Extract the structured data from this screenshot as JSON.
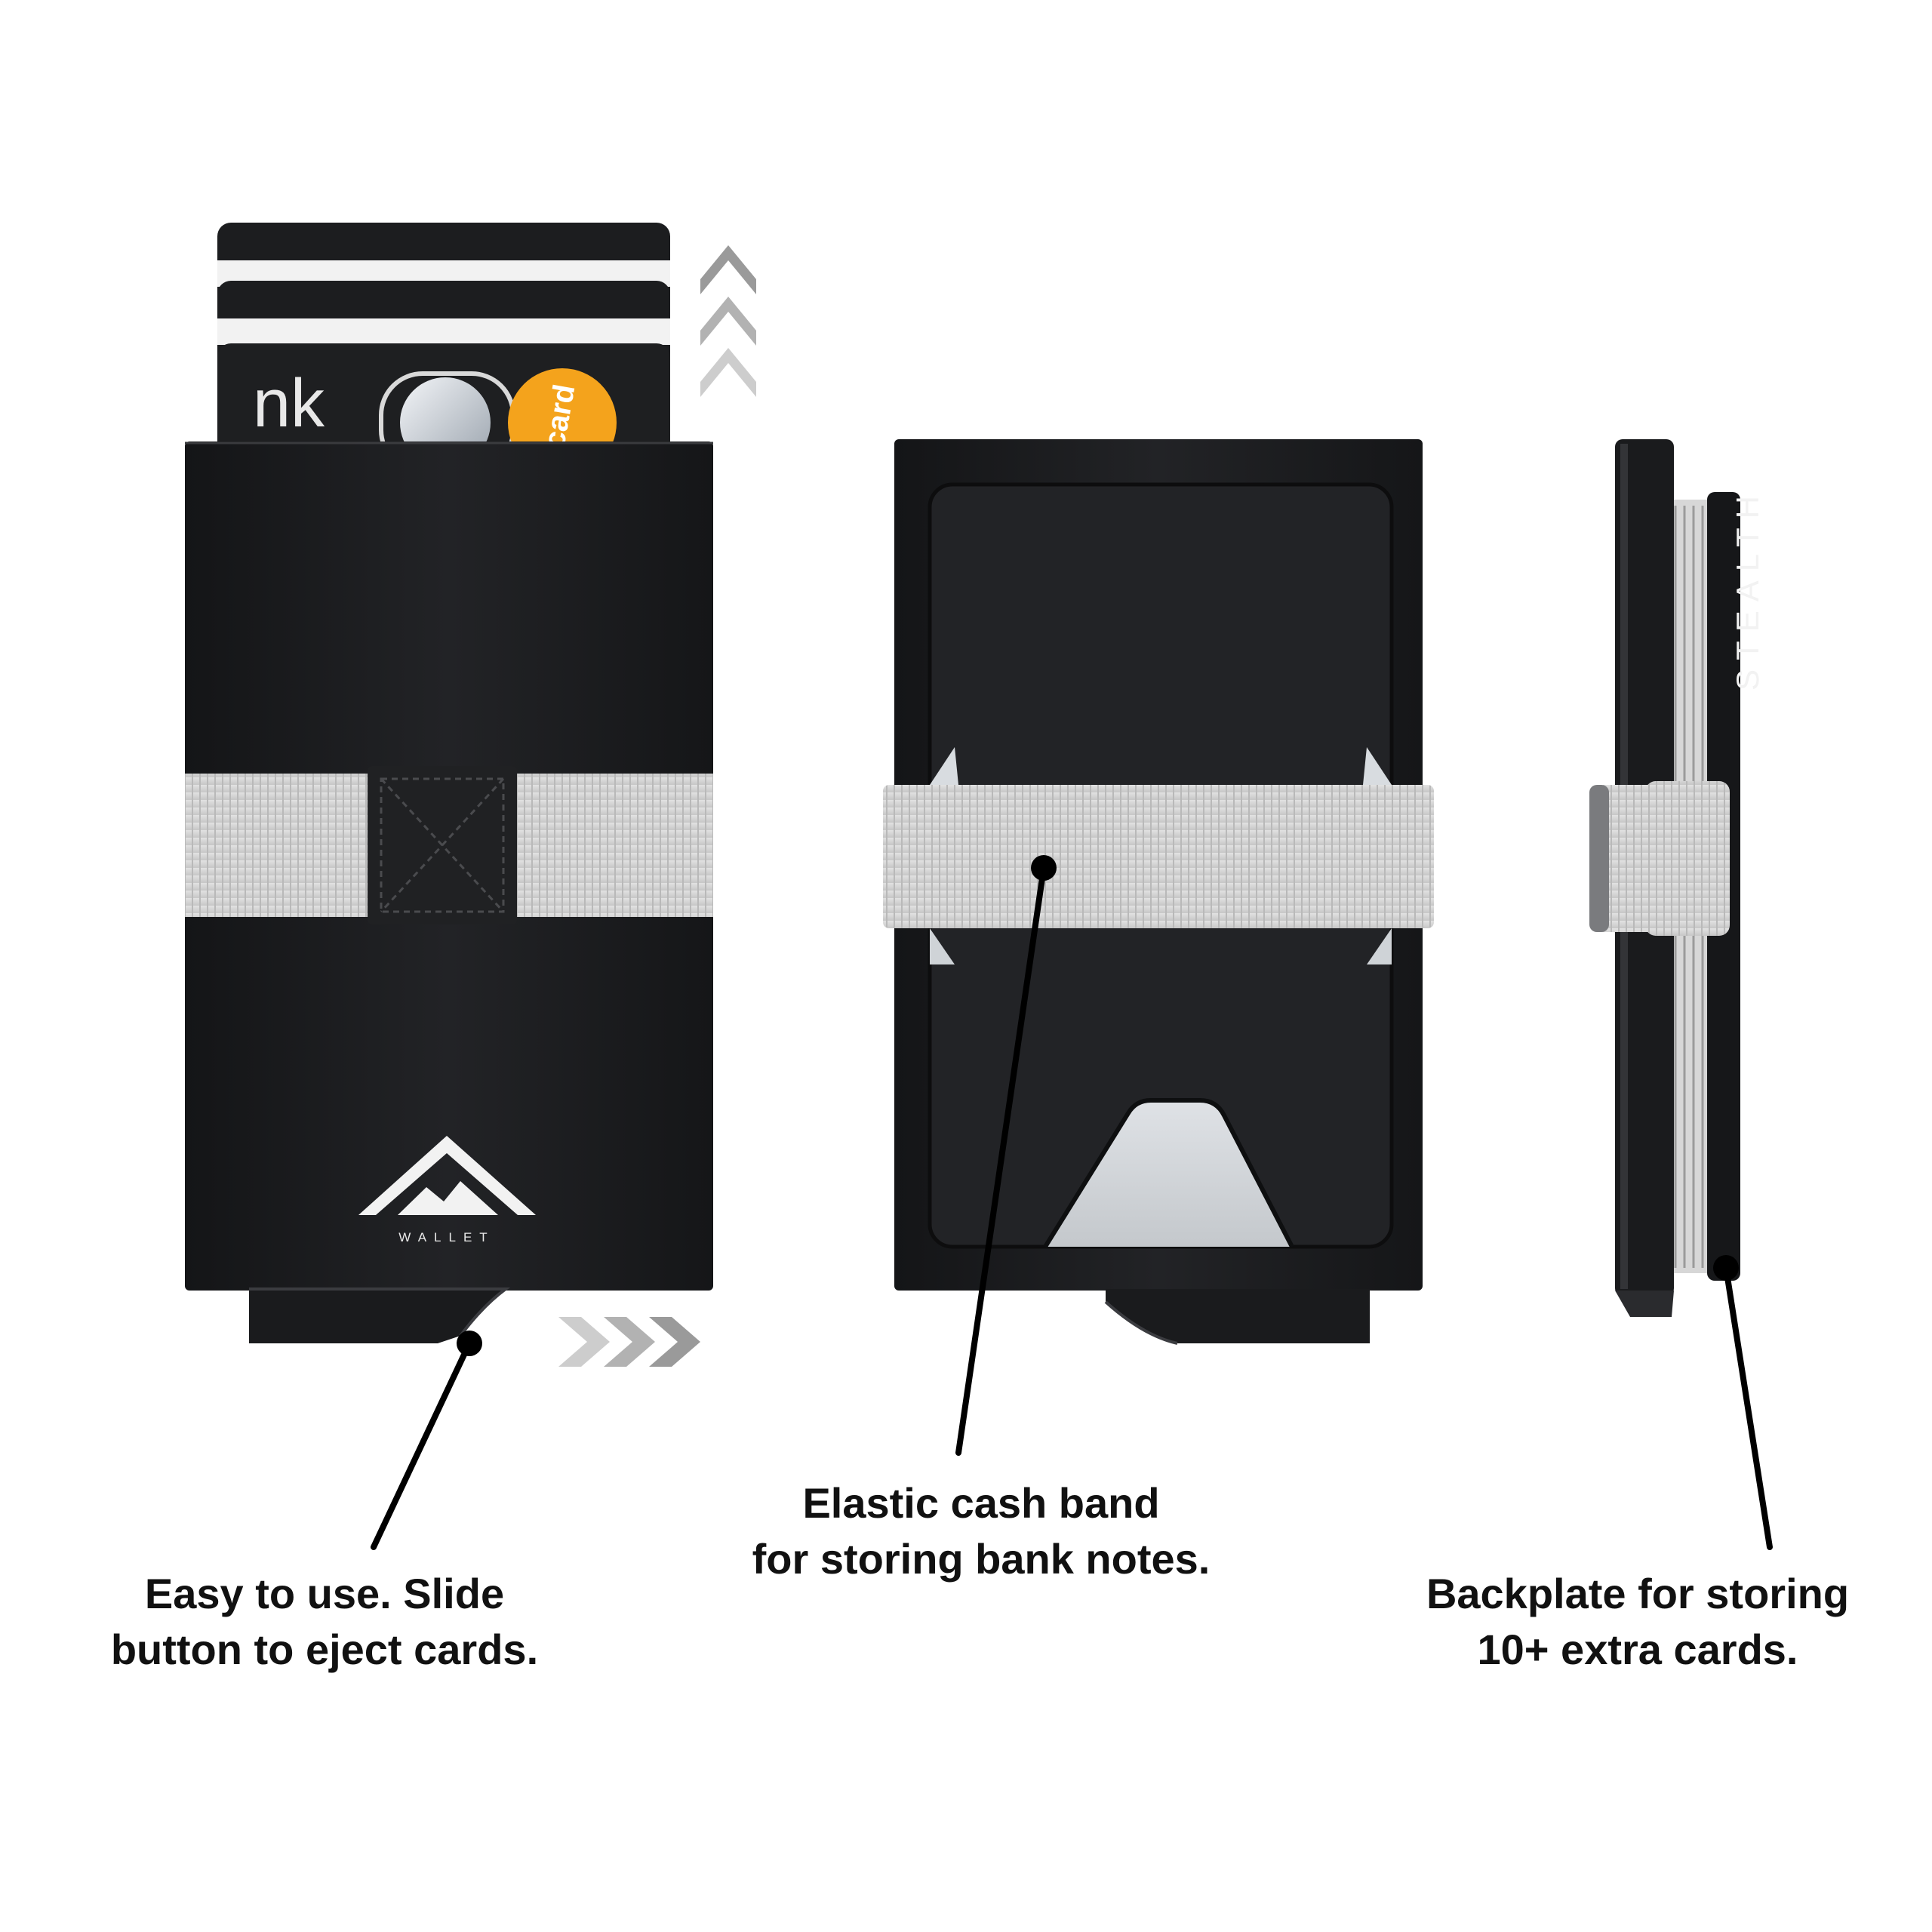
{
  "captions": {
    "slide": {
      "line1": "Easy to use. Slide",
      "line2": "button to eject cards."
    },
    "band": {
      "line1": "Elastic cash band",
      "line2": "for storing bank notes."
    },
    "backplate": {
      "line1": "Backplate for storing",
      "line2": "10+ extra cards."
    }
  },
  "labels": {
    "logo_text": "WALLET",
    "brand_side": "STEALTH",
    "card_partial_text": "nk",
    "card_logo_partial": "rcard"
  },
  "colors": {
    "background": "#ffffff",
    "wallet_body": "#1b1c1e",
    "elastic_band": "#d6d6d6",
    "chevron_light": "#c9c9c9",
    "chevron_dark": "#9a9a9a",
    "callout_line": "#000000",
    "mastercard_orange": "#f4a31c"
  },
  "icons": [
    "mountain-logo-icon",
    "chevron-up-icon",
    "chevron-right-icon"
  ]
}
